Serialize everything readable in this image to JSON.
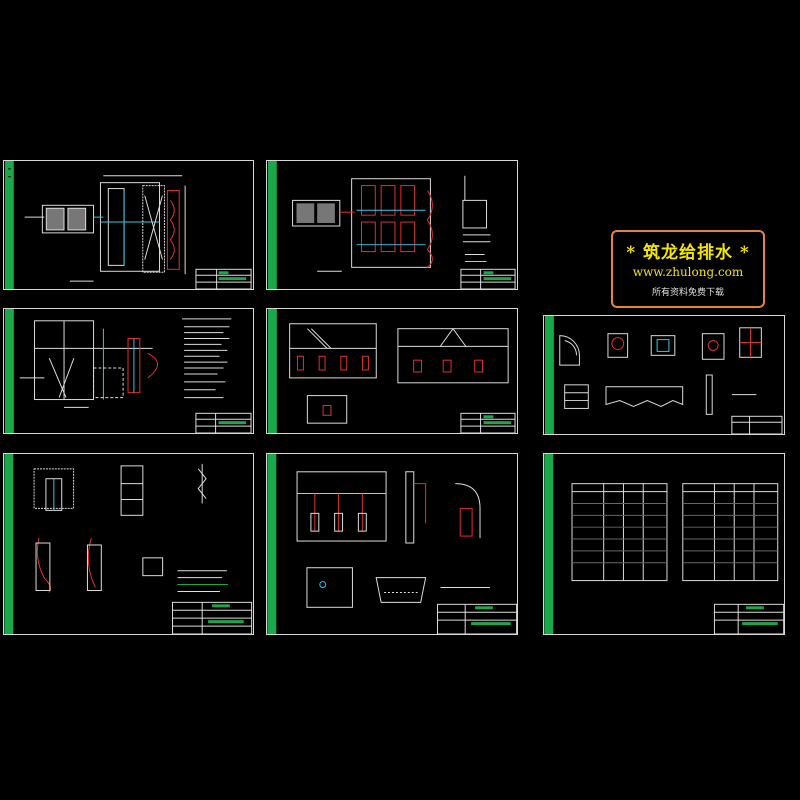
{
  "watermark": {
    "title": "* 筑龙给排水 *",
    "url": "www.zhulong.com",
    "note": "所有资料免费下载"
  },
  "colors": {
    "background": "#000000",
    "frame": "#d8d8d8",
    "title_strip": "#1aa84a",
    "cyan": "#34c8e8",
    "red": "#e43030",
    "logo_text": "#f4e400",
    "logo_border": "#e8843a"
  },
  "sheets": [
    {
      "id": "sheet-1",
      "kind": "plan"
    },
    {
      "id": "sheet-2",
      "kind": "plan"
    },
    {
      "id": "sheet-3",
      "kind": "section"
    },
    {
      "id": "sheet-4",
      "kind": "section"
    },
    {
      "id": "sheet-5",
      "kind": "details"
    },
    {
      "id": "sheet-6",
      "kind": "details"
    },
    {
      "id": "sheet-7",
      "kind": "details"
    },
    {
      "id": "sheet-8",
      "kind": "tables"
    }
  ]
}
